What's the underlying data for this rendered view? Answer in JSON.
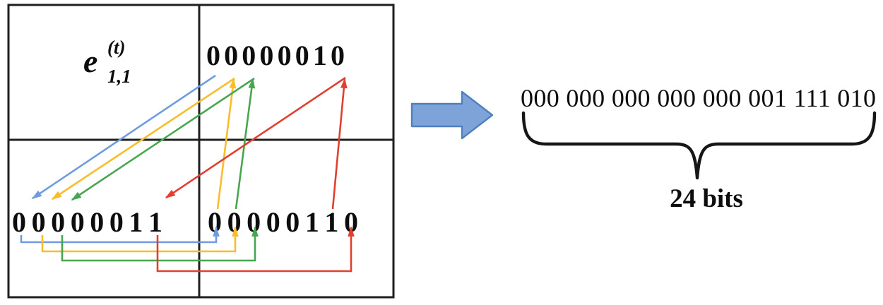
{
  "figure": {
    "grid": {
      "label": {
        "base": "e",
        "superscript": "(t)",
        "subscript": "1,1"
      },
      "cells": {
        "top_right_bits": "0 0 0 0 0 0 1 0",
        "bottom_left_bits": "0 0 0 0 0 0 1 1",
        "bottom_right_bits": "0 0 0 0 0 1 1 0"
      }
    },
    "arrows": [
      {
        "color_name": "blue",
        "path": [
          "top-right bit 1",
          "bottom-left bit 1",
          "bottom-right bit 1"
        ]
      },
      {
        "color_name": "yellow",
        "path": [
          "bottom-right bit 1",
          "top-right bit 2",
          "bottom-left bit 2",
          "bottom-right bit 2"
        ]
      },
      {
        "color_name": "green",
        "path": [
          "bottom-right bit 2",
          "top-right bit 3",
          "bottom-left bit 3",
          "bottom-right bit 3"
        ]
      },
      {
        "color_name": "red",
        "path": [
          "bottom-right bit 7",
          "top-right bit 8",
          "bottom-left bit 8",
          "bottom-right bit 8"
        ]
      }
    ],
    "output": {
      "bit_string": "000 000 000 000 000 001 111 010",
      "brace_label": "24 bits"
    },
    "colors": {
      "blue": "#6f9ce0",
      "yellow": "#f9bc2d",
      "green": "#47a64f",
      "red": "#e0402f",
      "big_arrow_fill": "#7da3d8",
      "big_arrow_stroke": "#4f81bd",
      "line": "#1f1f1f"
    }
  }
}
